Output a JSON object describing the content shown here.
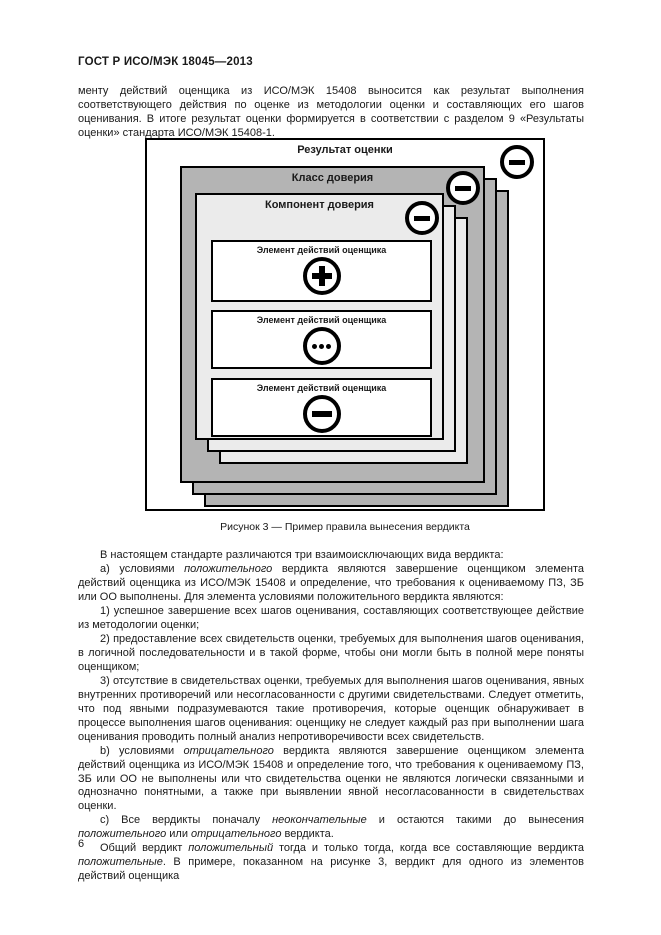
{
  "page": {
    "header": "ГОСТ Р ИСО/МЭК 18045—2013",
    "page_number": "6"
  },
  "intro_paragraph": "менту действий оценщика из ИСО/МЭК 15408 выносится как результат выполнения соответствующего действия по оценке из методологии оценки и составляющих его шагов оценивания. В итоге результат оценки формируется в соответствии с разделом 9 «Результаты оценки» стандарта ИСО/МЭК 15408-1.",
  "figure": {
    "caption": "Рисунок 3 — Пример правила вынесения вердикта",
    "outer_box_title": "Результат оценки",
    "class_box_title": "Класс доверия",
    "component_box_title": "Компонент доверия",
    "class_stack_count": 3,
    "component_stack_count": 3,
    "badges": [
      {
        "icon": "minus-icon",
        "attached_to": "Результат оценки"
      },
      {
        "icon": "minus-icon",
        "attached_to": "Класс доверия"
      },
      {
        "icon": "minus-icon",
        "attached_to": "Компонент доверия"
      }
    ],
    "elements": [
      {
        "label": "Элемент действий оценщика",
        "icon": "plus-icon"
      },
      {
        "label": "Элемент действий оценщика",
        "icon": "ellipsis-icon"
      },
      {
        "label": "Элемент действий оценщика",
        "icon": "minus-icon"
      }
    ],
    "colors": {
      "class_box": "#b4b4b4",
      "component_box": "#ebebeb",
      "border": "#000000",
      "page_background": "#ffffff"
    }
  },
  "body_paragraphs": [
    [
      {
        "text": "В настоящем стандарте различаются три взаимоисключающих вида вердикта:"
      }
    ],
    [
      {
        "text": "a) условиями "
      },
      {
        "text": "положительного",
        "italic": true
      },
      {
        "text": " вердикта являются завершение оценщиком элемента действий оценщика из ИСО/МЭК 15408 и определение, что требования к оцениваемому ПЗ, ЗБ или ОО выполнены. Для элемента условиями положительного вердикта являются:"
      }
    ],
    [
      {
        "text": "1) успешное завершение всех шагов оценивания, составляющих соответствующее действие из методологии оценки;"
      }
    ],
    [
      {
        "text": "2) предоставление всех свидетельств оценки, требуемых для выполнения шагов оценивания, в логичной последовательности и в такой форме, чтобы они могли быть в полной мере поняты оценщиком;"
      }
    ],
    [
      {
        "text": "3) отсутствие в свидетельствах оценки, требуемых для выполнения шагов оценивания, явных внутренних противоречий или несогласованности с другими свидетельствами. Следует отметить, что под явными подразумеваются такие противоречия, которые оценщик обнаруживает в процессе выполнения шагов оценивания: оценщику не следует каждый раз при выполнении шага оценивания проводить полный анализ непротиворечивости всех свидетельств."
      }
    ],
    [
      {
        "text": "b) условиями "
      },
      {
        "text": "отрицательного",
        "italic": true
      },
      {
        "text": " вердикта являются завершение оценщиком элемента действий оценщика из ИСО/МЭК 15408 и определение того, что требования к оцениваемому ПЗ, ЗБ или ОО не выполнены или что свидетельства оценки не являются логически связанными и однозначно понятными, а также при выявлении явной несогласованности в свидетельствах оценки."
      }
    ],
    [
      {
        "text": "c) Все вердикты поначалу "
      },
      {
        "text": "неокончательные",
        "italic": true
      },
      {
        "text": " и остаются такими до вынесения "
      },
      {
        "text": "положительного",
        "italic": true
      },
      {
        "text": " или "
      },
      {
        "text": "отрицательного",
        "italic": true
      },
      {
        "text": " вердикта."
      }
    ],
    [
      {
        "text": "Общий вердикт "
      },
      {
        "text": "положительный",
        "italic": true
      },
      {
        "text": " тогда и только тогда, когда все составляющие вердикта "
      },
      {
        "text": "положительные",
        "italic": true
      },
      {
        "text": ". В примере, показанном на рисунке 3, вердикт для одного из элементов действий оценщика"
      }
    ]
  ]
}
